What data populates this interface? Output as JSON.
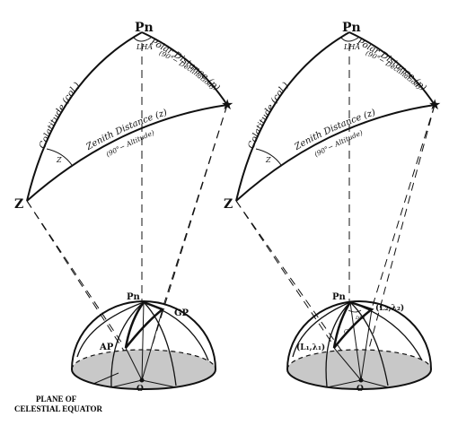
{
  "left_diagram": {
    "pole": "Pn",
    "zenith": "Z",
    "lha": "LHA",
    "colatitude": "Colatitude (col.)",
    "polar_distance": "Polar Distance (p)",
    "declination_note": "(90°− Declination)",
    "zenith_distance": "Zenith Distance (z)",
    "altitude_note": "(90°− Altitude)",
    "azimuth_angle": "Z",
    "star_glyph": "★",
    "sphere": {
      "pole": "Pn",
      "gp": "GP",
      "ap": "AP",
      "center": "O"
    },
    "plane_label_1": "PLANE OF",
    "plane_label_2": "CELESTIAL EQUATOR"
  },
  "right_diagram": {
    "pole": "Pn",
    "zenith": "Z",
    "lha": "LHA",
    "colatitude": "Colatitude (col.)",
    "polar_distance": "Polar Distance (p)",
    "declination_note": "(90°− Declination)",
    "zenith_distance": "Zenith Distance (z)",
    "altitude_note": "(90°− Altitude)",
    "azimuth_angle": "Z",
    "star_glyph": "★",
    "sphere": {
      "pole": "Pn",
      "point_2": "(L₂,λ₂)",
      "point_1": "(L₁,λ₁)",
      "dlo": "DLo",
      "c": "C",
      "center": "O"
    }
  },
  "colors": {
    "ink": "#111111",
    "plane_fill": "#c8c8c8"
  }
}
